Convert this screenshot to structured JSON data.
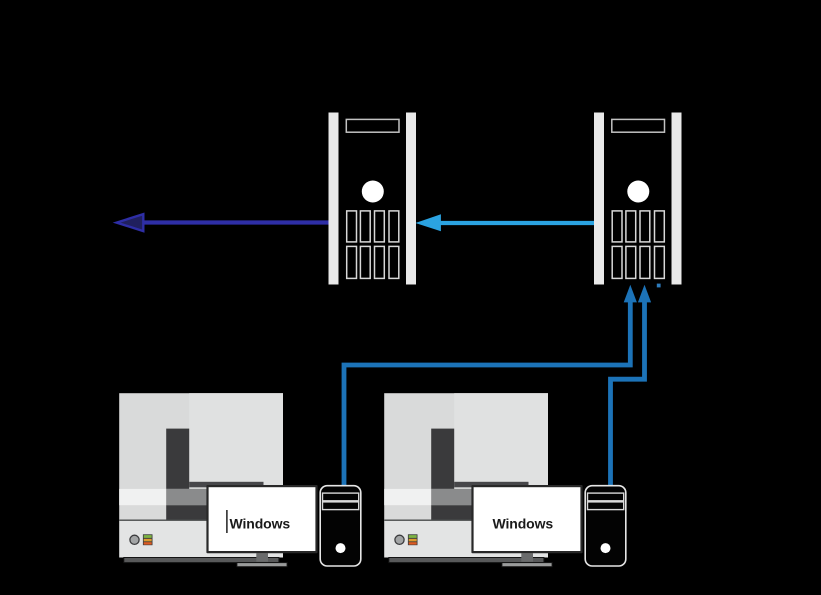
{
  "diagram": {
    "type": "architecture-diagram",
    "background": "#000000",
    "description": "Two rack servers connected by arrows; two sequencing instruments each with a Windows workstation monitor and desktop tower, cabled up to the right server"
  },
  "colors": {
    "background": "#000000",
    "server_rail": "#e9e9e9",
    "server_slot_outline": "#d8d8d8",
    "server_topslot_outline": "#c2c2c2",
    "white": "#ffffff",
    "arrow_navy_stroke": "#2e2ea6",
    "arrow_navy_fill": "#20205e",
    "arrow_lightblue": "#2ba3e1",
    "cable_blue": "#1c73b8",
    "dot_blue": "#2e7cbd",
    "machine_panel_left": "#d9dada",
    "machine_panel_right": "#e0e1e1",
    "machine_dark": "#3a3a3c",
    "machine_strip": "#47474a",
    "machine_band_white": "#f0f1f1",
    "machine_band_gray": "#8a8b8c",
    "machine_bottom": "#e3e4e4",
    "machine_divider": "#4b4d4e",
    "machine_base": "#58595a",
    "power_circle": "#a2a4a5",
    "stripe_green": "#7db343",
    "stripe_orange": "#dd9c2e",
    "stripe_red": "#df5b22",
    "monitor_frame": "#282828",
    "monitor_screen": "#ffffff",
    "monitor_neck": "#6a6b6c",
    "monitor_plate": "#9a9b9b",
    "text_dark": "#1a1a1a",
    "tower_outline": "#e6e6e6"
  },
  "servers": [
    {
      "id": "server-left"
    },
    {
      "id": "server-right"
    }
  ],
  "arrows": [
    {
      "id": "arrow-navy-left",
      "direction": "left",
      "from": "server-left",
      "style": "navy outlined head"
    },
    {
      "id": "arrow-lightblue",
      "direction": "left",
      "from": "server-right",
      "to": "server-left",
      "style": "light blue solid head"
    },
    {
      "id": "cable-instrument-1",
      "direction": "up",
      "from": "workstation-tower-1",
      "to": "server-right"
    },
    {
      "id": "cable-instrument-2",
      "direction": "up",
      "from": "workstation-tower-2",
      "to": "server-right"
    }
  ],
  "machines": [
    {
      "id": "instrument-1",
      "monitor_label": "Windows",
      "caret": true
    },
    {
      "id": "instrument-2",
      "monitor_label": "Windows",
      "caret": false
    }
  ]
}
